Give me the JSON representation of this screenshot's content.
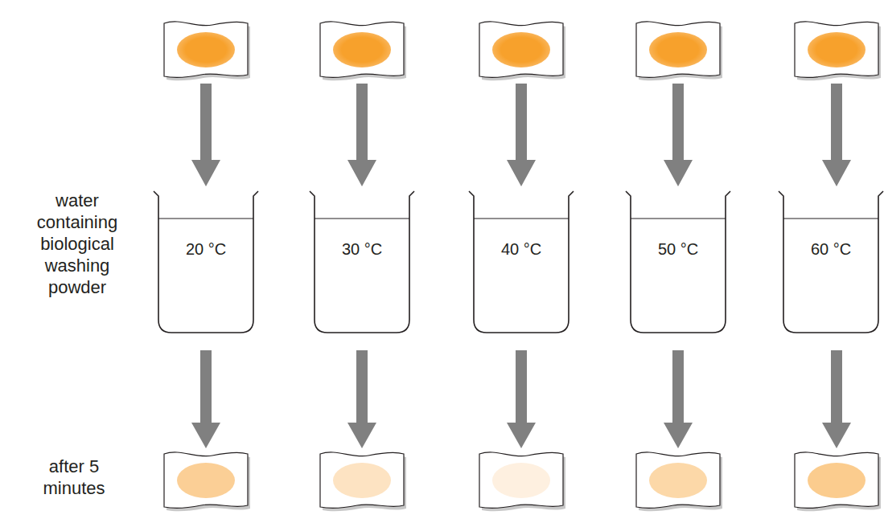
{
  "diagram": {
    "nodes": [
      {
        "text": [
          "20 °C"
        ]
      },
      {
        "text": [
          "30 °C"
        ]
      },
      {
        "text": [
          "40 °C"
        ]
      },
      {
        "text": [
          "50 °C"
        ]
      },
      {
        "text": [
          "60 °C"
        ]
      }
    ],
    "labels": [
      "water containing biological washing powder",
      "after 5 minutes"
    ]
  }
}
